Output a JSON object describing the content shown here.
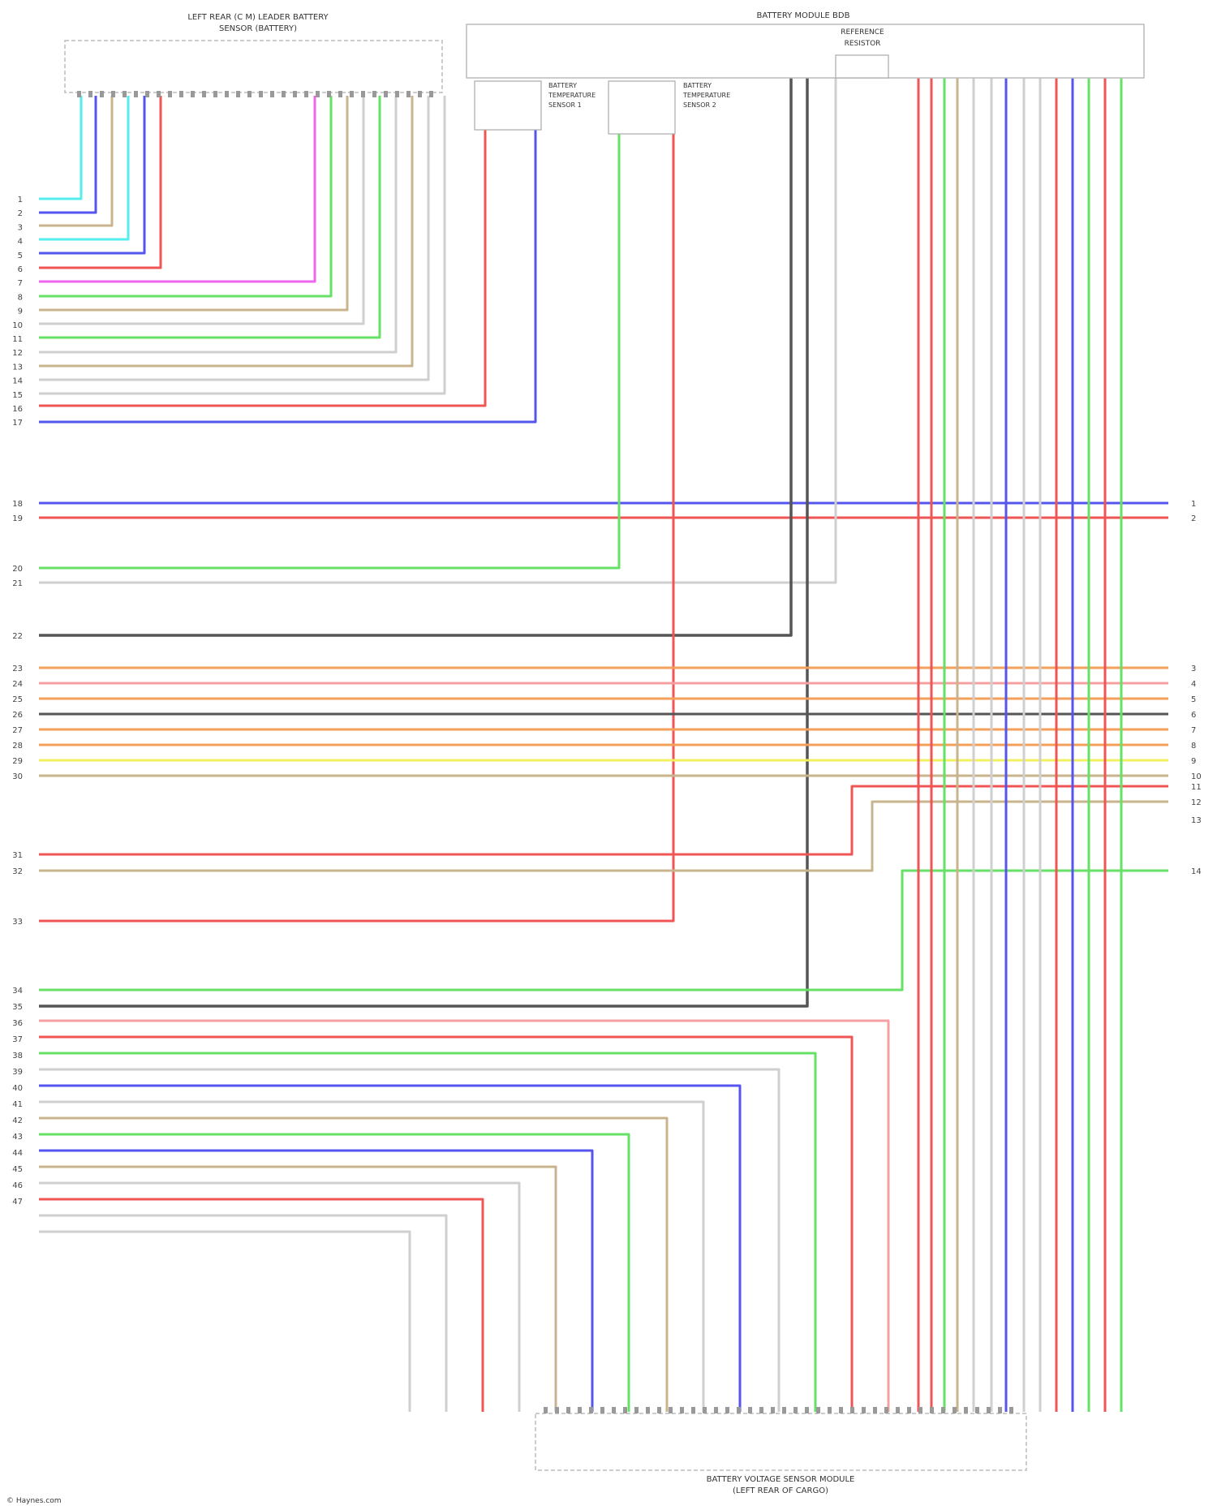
{
  "header": {
    "left_connector_title_1": "LEFT REAR (C M) LEADER BATTERY",
    "left_connector_title_2": "SENSOR (BATTERY)",
    "battery_module_title": "BATTERY MODULE BDB",
    "battery_module_sub_1": "REFERENCE",
    "battery_module_sub_2": "RESISTOR",
    "bottom_connector_title_1": "BATTERY VOLTAGE SENSOR MODULE",
    "bottom_connector_title_2": "(LEFT REAR OF CARGO)",
    "watermark": "© Haynes.com"
  },
  "sensors": [
    {
      "label_1": "BATTERY",
      "label_2": "TEMPERATURE",
      "label_3": "SENSOR 1"
    },
    {
      "label_1": "BATTERY",
      "label_2": "TEMPERATURE",
      "label_3": "SENSOR 2"
    }
  ],
  "colors": {
    "blue": "#5555ee",
    "red": "#f05555",
    "green": "#66e066",
    "cyan": "#55eeee",
    "magenta": "#ee66ee",
    "tan": "#c8b48c",
    "gray": "#555555",
    "light": "#cfcfcf",
    "orange": "#f5a05a",
    "yellow": "#f0f060",
    "pink": "#f5a0a0"
  },
  "left_pins": {
    "top_block": [
      "1",
      "2",
      "3",
      "4",
      "5",
      "6",
      "7",
      "8",
      "9",
      "10",
      "11",
      "12",
      "13",
      "14",
      "15",
      "16",
      "17"
    ],
    "middle": [
      "18",
      "19",
      "20",
      "21",
      "22"
    ],
    "bus_block": [
      "23",
      "24",
      "25",
      "26",
      "27",
      "28",
      "29",
      "30"
    ],
    "mid_lower": [
      "31",
      "32",
      "33"
    ],
    "bottom_block": [
      "34",
      "35",
      "36",
      "37",
      "38",
      "39",
      "40",
      "41",
      "42",
      "43",
      "44",
      "45",
      "46",
      "47"
    ]
  },
  "right_pins": [
    "1",
    "2",
    "3",
    "4",
    "5",
    "6",
    "7",
    "8",
    "9",
    "10",
    "11",
    "12",
    "13",
    "14"
  ]
}
